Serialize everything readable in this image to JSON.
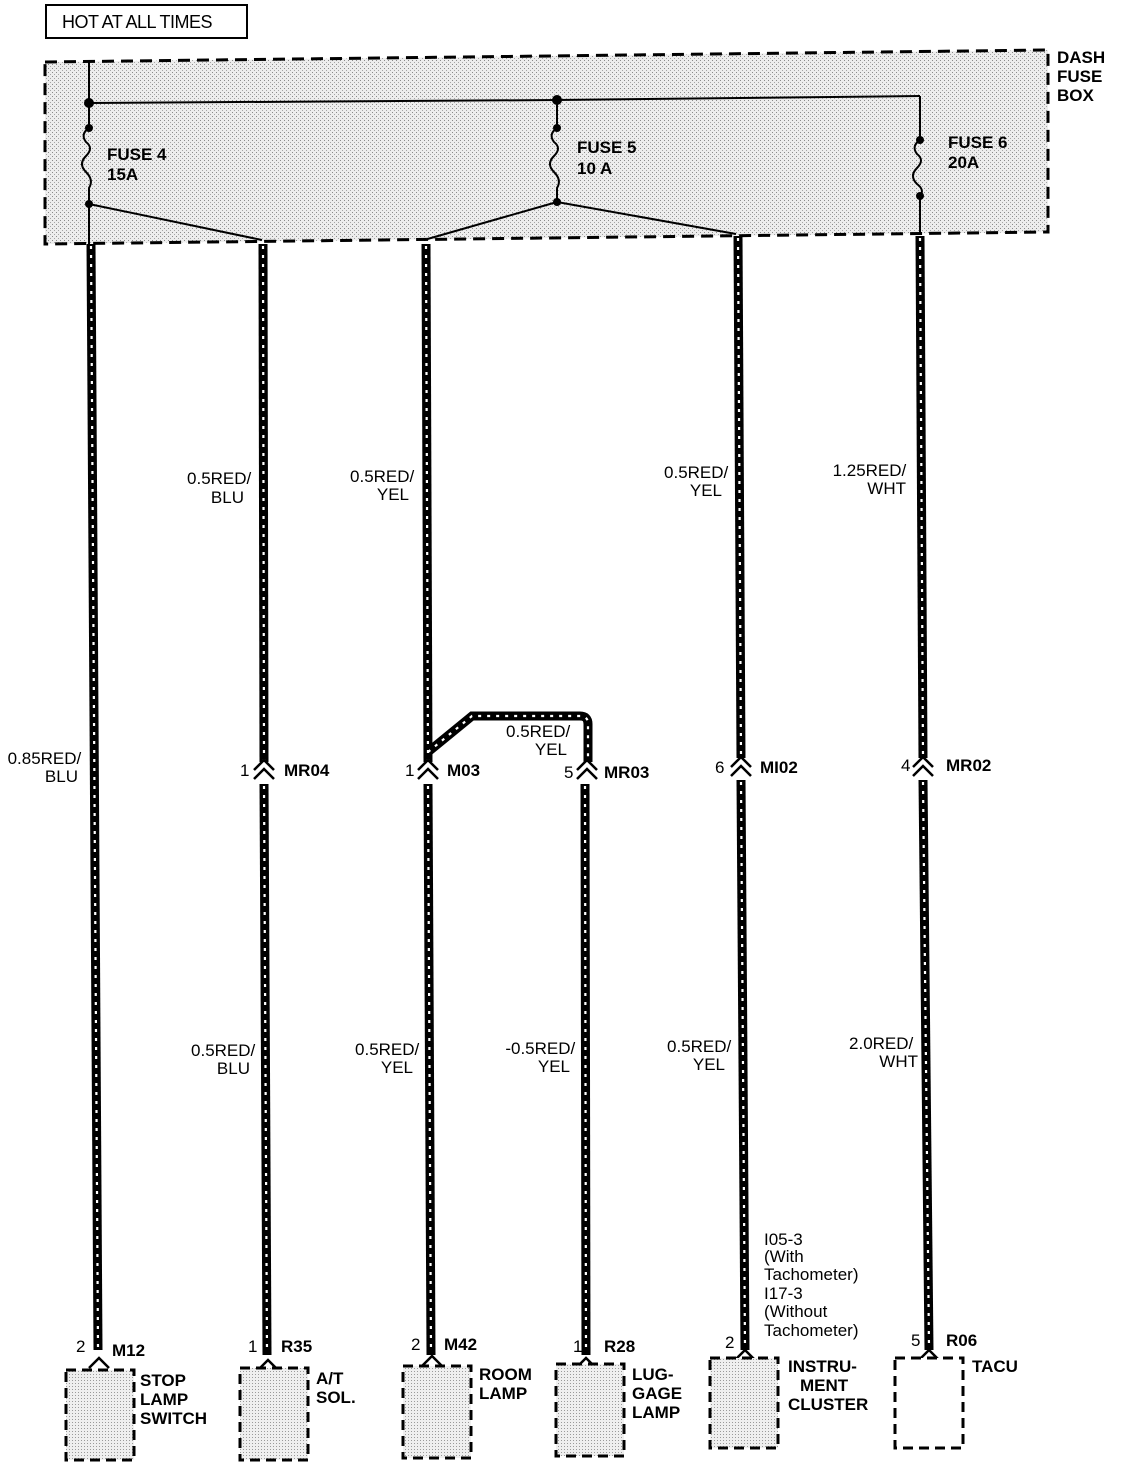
{
  "header": {
    "title": "HOT AT ALL TIMES"
  },
  "fuse_box": {
    "label_lines": [
      "DASH",
      "FUSE",
      "BOX"
    ]
  },
  "fuses": [
    {
      "name": "FUSE 4",
      "rating": "15A"
    },
    {
      "name": "FUSE 5",
      "rating": "10 A"
    },
    {
      "name": "FUSE 6",
      "rating": "20A"
    }
  ],
  "wires": {
    "stop_upper": [
      "0.85RED/",
      "BLU"
    ],
    "atsol_upper": [
      "0.5RED/",
      "BLU"
    ],
    "room_upper": [
      "0.5RED/",
      "YEL"
    ],
    "cluster_upper": [
      "0.5RED/",
      "YEL"
    ],
    "tacu_upper": [
      "1.25RED/",
      "WHT"
    ],
    "branch": [
      "0.5RED/",
      "YEL"
    ],
    "atsol_lower": [
      "0.5RED/",
      "BLU"
    ],
    "room_lower": [
      "0.5RED/",
      "YEL"
    ],
    "luggage_lower": [
      "-0.5RED/",
      "YEL"
    ],
    "cluster_lower": [
      "0.5RED/",
      "YEL"
    ],
    "tacu_lower": [
      "2.0RED/",
      "WHT"
    ]
  },
  "connectors": [
    {
      "pin": "1",
      "id": "MR04"
    },
    {
      "pin": "1",
      "id": "M03"
    },
    {
      "pin": "5",
      "id": "MR03"
    },
    {
      "pin": "6",
      "id": "MI02"
    },
    {
      "pin": "4",
      "id": "MR02"
    }
  ],
  "cluster_note": [
    "I05-3",
    "(With",
    "Tachometer)",
    "I17-3",
    "(Without",
    "Tachometer)"
  ],
  "components": [
    {
      "pin": "2",
      "connector": "M12",
      "name_lines": [
        "STOP",
        "LAMP",
        "SWITCH"
      ]
    },
    {
      "pin": "1",
      "connector": "R35",
      "name_lines": [
        "A/T",
        "SOL."
      ]
    },
    {
      "pin": "2",
      "connector": "M42",
      "name_lines": [
        "ROOM",
        "LAMP"
      ]
    },
    {
      "pin": "1",
      "connector": "R28",
      "name_lines": [
        "LUG-",
        "GAGE",
        "LAMP"
      ]
    },
    {
      "pin": "2",
      "connector": "",
      "name_lines": [
        "INSTRU-",
        "MENT",
        "CLUSTER"
      ]
    },
    {
      "pin": "5",
      "connector": "R06",
      "name_lines": [
        "TACU"
      ]
    }
  ]
}
